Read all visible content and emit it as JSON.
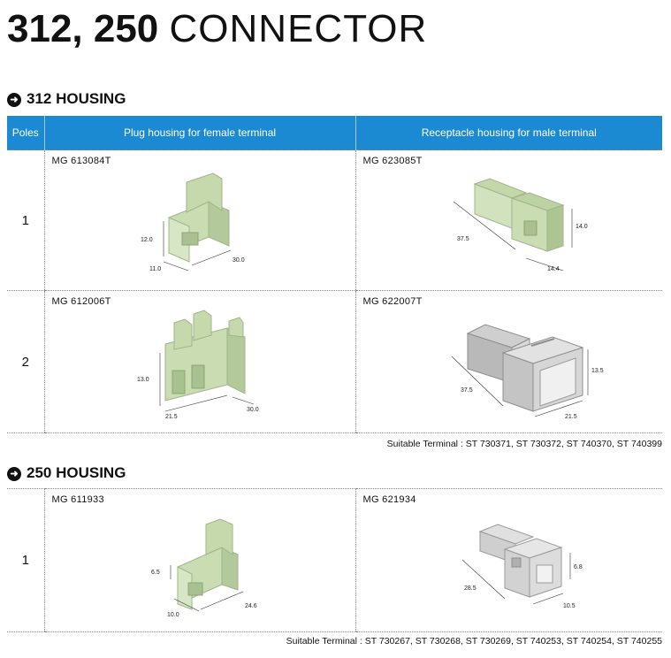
{
  "title": {
    "bold": "312, 250",
    "light": "CONNECTOR"
  },
  "section_312": {
    "heading": "312  HOUSING",
    "columns": [
      "Poles",
      "Plug housing for female terminal",
      "Receptacle housing for  male terminal"
    ],
    "rows": [
      {
        "poles": "1",
        "plug_part": "MG 613084T",
        "plug_dims": [
          "12.0",
          "30.0",
          "11.0"
        ],
        "rec_part": "MG 623085T",
        "rec_dims": [
          "14.0",
          "37.5",
          "14.4"
        ]
      },
      {
        "poles": "2",
        "plug_part": "MG 612006T",
        "plug_dims": [
          "13.0",
          "21.5",
          "30.0"
        ],
        "rec_part": "MG 622007T",
        "rec_dims": [
          "13.5",
          "37.5",
          "21.5"
        ]
      }
    ],
    "suitable": "Suitable Terminal :  ST 730371,  ST 730372,  ST 740370,  ST 740399"
  },
  "section_250": {
    "heading": "250  HOUSING",
    "rows": [
      {
        "poles": "1",
        "plug_part": "MG 611933",
        "plug_dims": [
          "6.5",
          "24.6",
          "10.0"
        ],
        "rec_part": "MG 621934",
        "rec_dims": [
          "6.8",
          "28.5",
          "10.5"
        ]
      }
    ],
    "suitable": "Suitable Terminal : ST 730267, ST 730268, ST 730269, ST 740253, ST 740254, ST 740255"
  },
  "colors": {
    "header_blue": "#1b8ad3",
    "housing_green": "#c9dcb2",
    "housing_grey": "#d6d6d6"
  },
  "icons": [
    "arrow-circle-icon"
  ]
}
